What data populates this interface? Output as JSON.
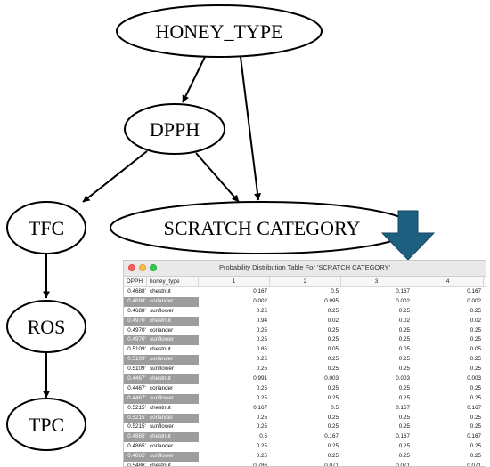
{
  "graph": {
    "nodes": {
      "honey_type": "HONEY_TYPE",
      "dpph": "DPPH",
      "scratch": "SCRATCH CATEGORY",
      "tfc": "TFC",
      "ros": "ROS",
      "tpc": "TPC"
    },
    "edges": [
      [
        "honey_type",
        "dpph"
      ],
      [
        "honey_type",
        "scratch"
      ],
      [
        "dpph",
        "scratch"
      ],
      [
        "dpph",
        "tfc"
      ],
      [
        "tfc",
        "ros"
      ],
      [
        "ros",
        "tpc"
      ]
    ],
    "arrow_color": "#1d5f7e"
  },
  "window": {
    "title": "Probability Distribution Table For 'SCRATCH CATEGORY'",
    "columns": [
      "DPPH",
      "honey_type",
      "1",
      "2",
      "3",
      "4"
    ],
    "rows": [
      [
        "'0.4688'",
        "chestnut",
        "0.167",
        "0.5",
        "0.167",
        "0.167"
      ],
      [
        "'0.4688'",
        "coriander",
        "0.002",
        "0.995",
        "0.002",
        "0.002"
      ],
      [
        "'0.4688'",
        "sunflower",
        "0.25",
        "0.25",
        "0.25",
        "0.25"
      ],
      [
        "'0.4970'",
        "chestnut",
        "0.94",
        "0.02",
        "0.02",
        "0.02"
      ],
      [
        "'0.4970'",
        "coriander",
        "0.25",
        "0.25",
        "0.25",
        "0.25"
      ],
      [
        "'0.4970'",
        "sunflower",
        "0.25",
        "0.25",
        "0.25",
        "0.25"
      ],
      [
        "'0.5109'",
        "chestnut",
        "0.85",
        "0.05",
        "0.05",
        "0.05"
      ],
      [
        "'0.5109'",
        "coriander",
        "0.25",
        "0.25",
        "0.25",
        "0.25"
      ],
      [
        "'0.5109'",
        "sunflower",
        "0.25",
        "0.25",
        "0.25",
        "0.25"
      ],
      [
        "'0.4467'",
        "chestnut",
        "0.991",
        "0.003",
        "0.003",
        "0.003"
      ],
      [
        "'0.4467'",
        "coriander",
        "0.25",
        "0.25",
        "0.25",
        "0.25"
      ],
      [
        "'0.4467'",
        "sunflower",
        "0.25",
        "0.25",
        "0.25",
        "0.25"
      ],
      [
        "'0.5215'",
        "chestnut",
        "0.167",
        "0.5",
        "0.167",
        "0.167"
      ],
      [
        "'0.5215'",
        "coriander",
        "0.25",
        "0.25",
        "0.25",
        "0.25"
      ],
      [
        "'0.5215'",
        "sunflower",
        "0.25",
        "0.25",
        "0.25",
        "0.25"
      ],
      [
        "'0.4865'",
        "chestnut",
        "0.5",
        "0.167",
        "0.167",
        "0.167"
      ],
      [
        "'0.4865'",
        "coriander",
        "0.25",
        "0.25",
        "0.25",
        "0.25"
      ],
      [
        "'0.4865'",
        "sunflower",
        "0.25",
        "0.25",
        "0.25",
        "0.25"
      ],
      [
        "'0.5486'",
        "chestnut",
        "0.786",
        "0.071",
        "0.071",
        "0.071"
      ]
    ],
    "shaded_rows": [
      1,
      3,
      5,
      7,
      9,
      11,
      13,
      15,
      17
    ]
  }
}
